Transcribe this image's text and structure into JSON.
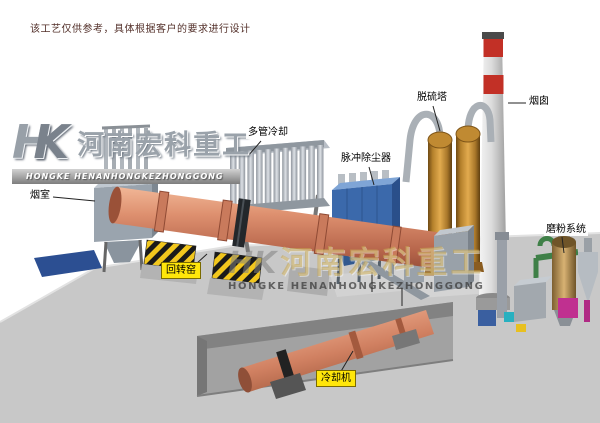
{
  "note": "该工艺仅供参考，具体根据客户的要求进行设计",
  "logo": {
    "h": "H",
    "k": "K",
    "name": "河南宏科重工",
    "subtitle": "HONGKE HENANHONGKEZHONGGONG"
  },
  "watermark": {
    "hk": "HK",
    "name": "河南宏科重工",
    "subtitle": "HONGKE HENANHONGKEZHONGGONG"
  },
  "labels": {
    "smoke_chamber": "烟室",
    "multi_tube_cooler": "多管冷却",
    "pulse_dust_collector": "脉冲除尘器",
    "desulfurization_tower": "脱硫塔",
    "chimney": "烟囱",
    "grinding_system": "磨粉系统",
    "rotary_kiln": "回转窑",
    "cooling_machine": "冷却机"
  },
  "colors": {
    "kiln": "#d98f6e",
    "label_highlight": "#ffe60a",
    "dust_collector": "#3b69ab",
    "desulfurization_tower": "#c08a32",
    "chimney_band": "#c23026",
    "ground": "#c8c8c8",
    "foundation_pad_blue": "#2c4f92"
  }
}
